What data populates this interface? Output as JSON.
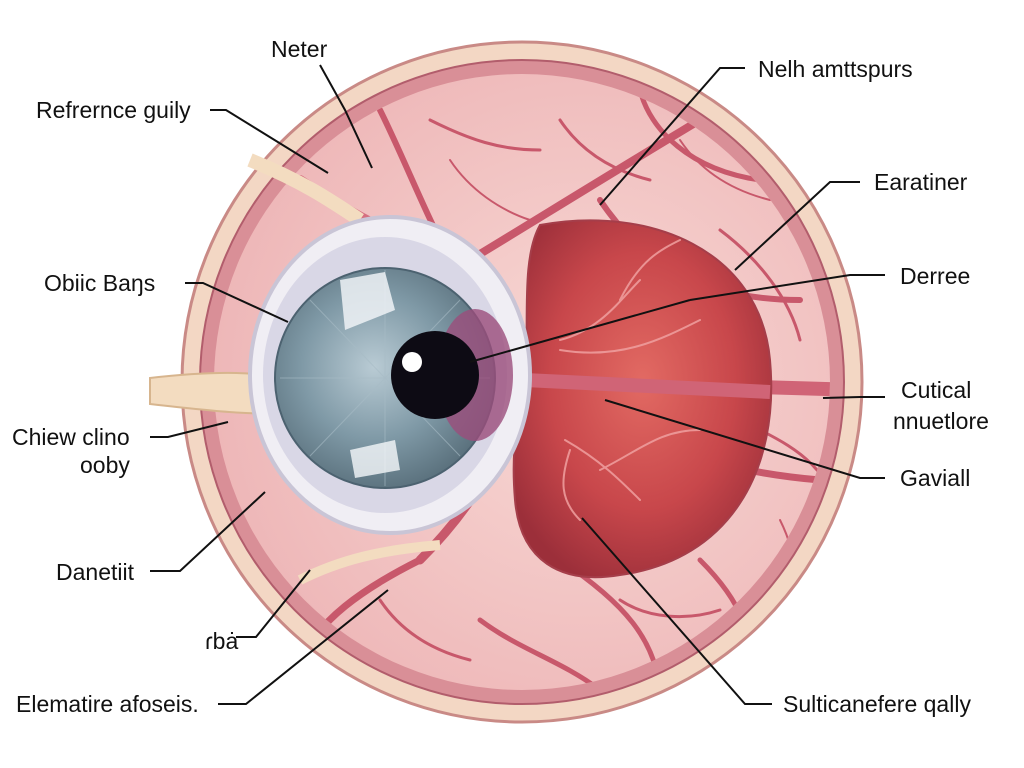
{
  "labels": {
    "neter": "Neter",
    "nelh_amttspurs": "Nelh amttspurs",
    "refrernce_guily": "Refrernce guily",
    "earatiner": "Earatiner",
    "obiic_bangs": "Obiic Baŋs",
    "derree": "Derree",
    "cutical": "Cutical",
    "nnuetlore": "nnuetlore",
    "chiew_clino": "Chiew clino",
    "ooby": "ooby",
    "gaviall": "Gaviall",
    "danetiit": "Danetiit",
    "rba": "ɾbȧ",
    "elematire_afoseis": "Elematire afoseis.",
    "sulticanefere_qally": "Sulticanefere qally"
  },
  "colors": {
    "outer_rim": "#f3d7c4",
    "tissue": "#f4c7c6",
    "vessel": "#c8586b",
    "iris": "#7f99a6",
    "pupil": "#0d0b14",
    "retina": "#c8474b",
    "optic_nerve": "#f3dcc0"
  }
}
